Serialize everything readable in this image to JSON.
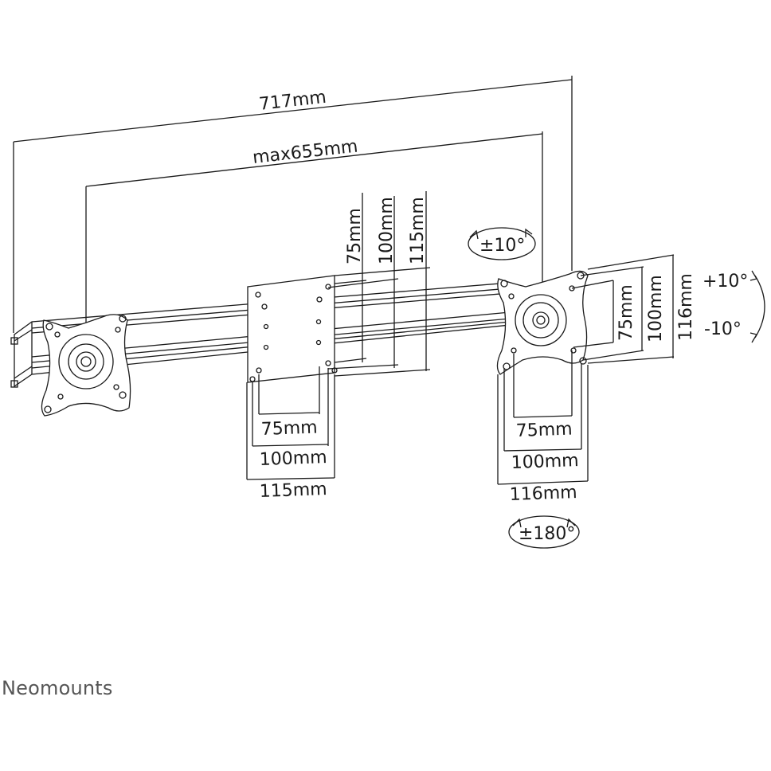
{
  "brand": {
    "name": "Neomounts"
  },
  "dimensions": {
    "total_width": "717mm",
    "max_span": "max655mm",
    "center_vesa_vertical": [
      "75mm",
      "100mm",
      "115mm"
    ],
    "center_vesa_horizontal": [
      "75mm",
      "100mm",
      "115mm"
    ],
    "right_vesa_vertical": [
      "75mm",
      "100mm",
      "116mm"
    ],
    "right_vesa_horizontal": [
      "75mm",
      "100mm",
      "116mm"
    ]
  },
  "rotations": {
    "tilt_top": "±10°",
    "tilt_plus": "+10°",
    "tilt_minus": "-10°",
    "rotation": "±180°"
  },
  "colors": {
    "line": "#1a1a1a",
    "background": "#ffffff",
    "brand": "#555555"
  }
}
